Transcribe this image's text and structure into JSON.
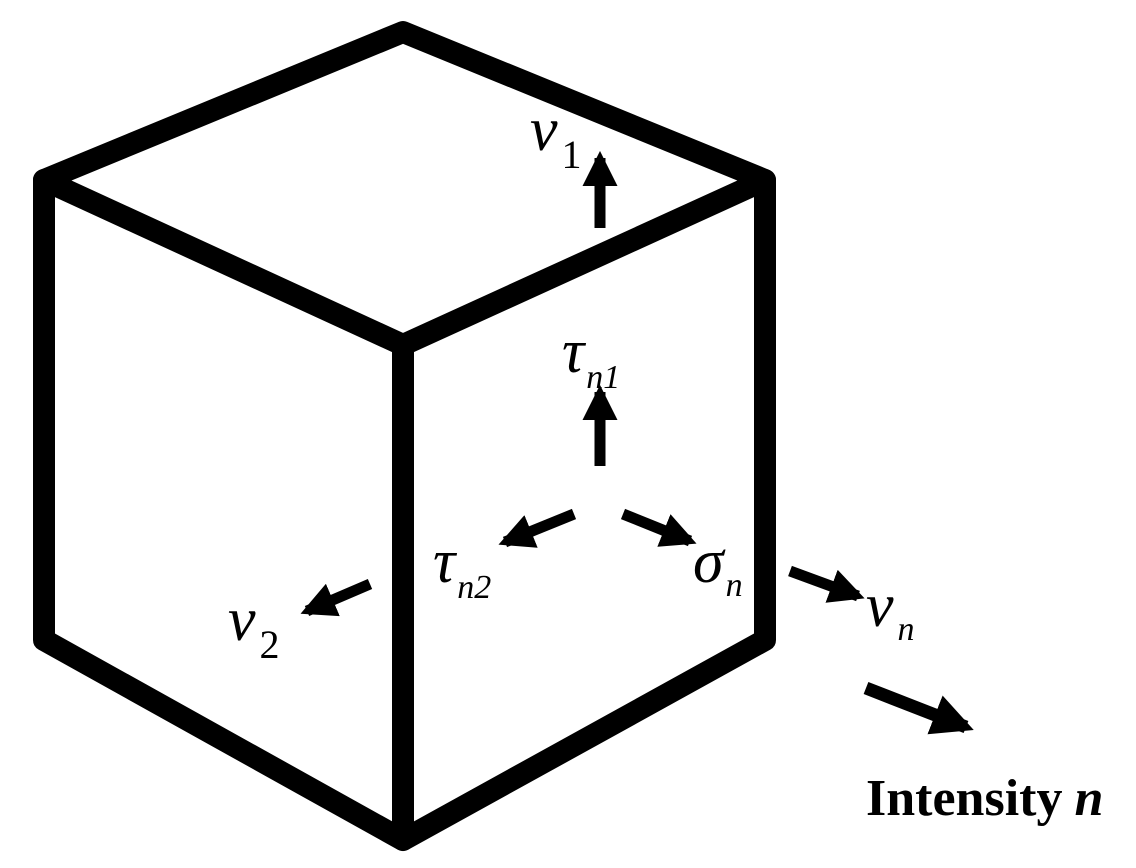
{
  "labels": {
    "v1": {
      "symbol": "v",
      "sub": "1"
    },
    "v2": {
      "symbol": "v",
      "sub": "2"
    },
    "vn": {
      "symbol": "v",
      "sub": "n"
    },
    "tau_n1": {
      "symbol": "τ",
      "sub": "n1"
    },
    "tau_n2": {
      "symbol": "τ",
      "sub": "n2"
    },
    "sigma_n": {
      "symbol": "σ",
      "sub": "n"
    },
    "intensity": {
      "word": "Intensity",
      "var": "n"
    }
  },
  "colors": {
    "stroke": "#000000",
    "background": "#ffffff"
  }
}
